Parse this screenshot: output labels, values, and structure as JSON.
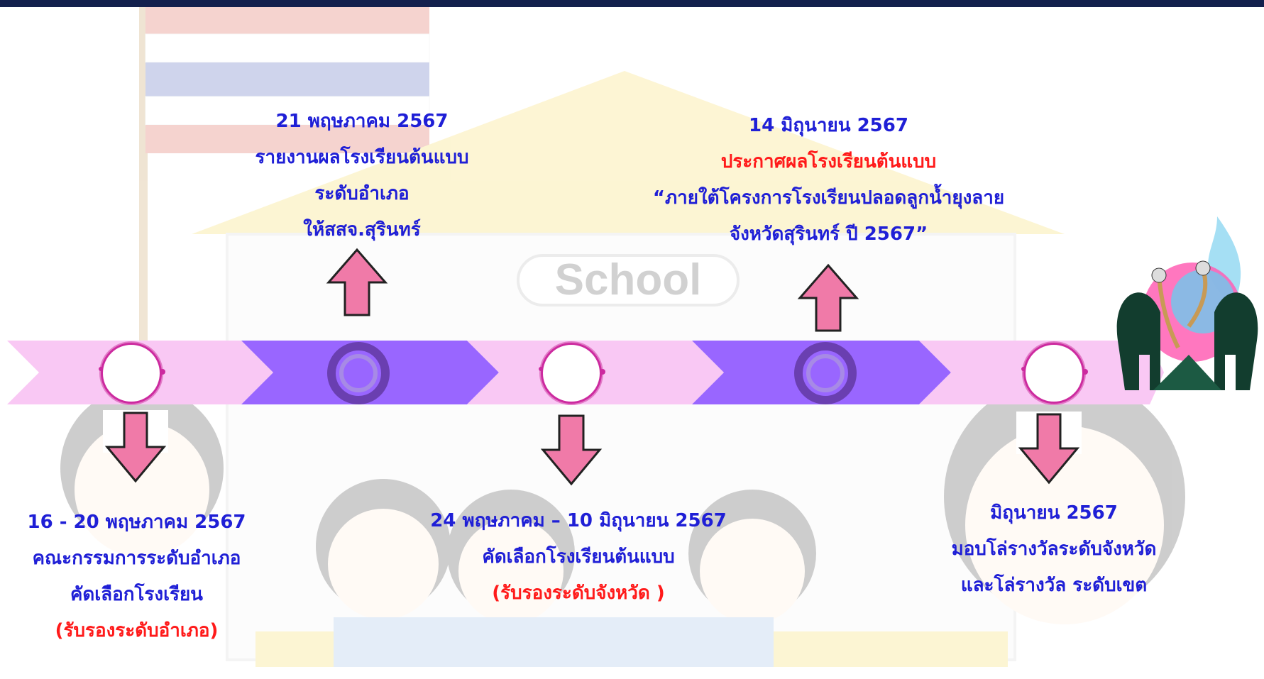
{
  "milestones": {
    "m1": {
      "lines": [
        "16 - 20 พฤษภาคม 2567",
        "คณะกรรมการระดับอำเภอ",
        "คัดเลือกโรงเรียน"
      ],
      "highlight": "(รับรองระดับอำเภอ)"
    },
    "m2": {
      "lines": [
        "21 พฤษภาคม 2567",
        "รายงานผลโรงเรียนต้นแบบ",
        "ระดับอำเภอ",
        "ให้สสจ.สุรินทร์"
      ]
    },
    "m3": {
      "lines": [
        "24 พฤษภาคม – 10 มิถุนายน 2567",
        "คัดเลือกโรงเรียนต้นแบบ"
      ],
      "highlight": "(รับรองระดับจังหวัด )"
    },
    "m4": {
      "lines": [
        "14 มิถุนายน 2567"
      ],
      "highlight": "ประกาศผลโรงเรียนต้นแบบ",
      "lines_after": [
        "“ภายใต้โครงการโรงเรียนปลอดลูกน้ำยุงลาย",
        "จังหวัดสุรินทร์ ปี 2567”"
      ]
    },
    "m5": {
      "lines": [
        "มิถุนายน 2567",
        "มอบโล่รางวัลระดับจังหวัด",
        "และโล่รางวัล ระดับเขต"
      ]
    }
  },
  "background": {
    "sign_text": "School"
  },
  "colors": {
    "top_bar": "#13204d",
    "text_blue": "#1f1fd6",
    "text_red": "#ff1a1a",
    "chevron_light": "#f9c8f4",
    "chevron_purple": "#9966ff",
    "arrow_pink": "#f07aa8"
  }
}
